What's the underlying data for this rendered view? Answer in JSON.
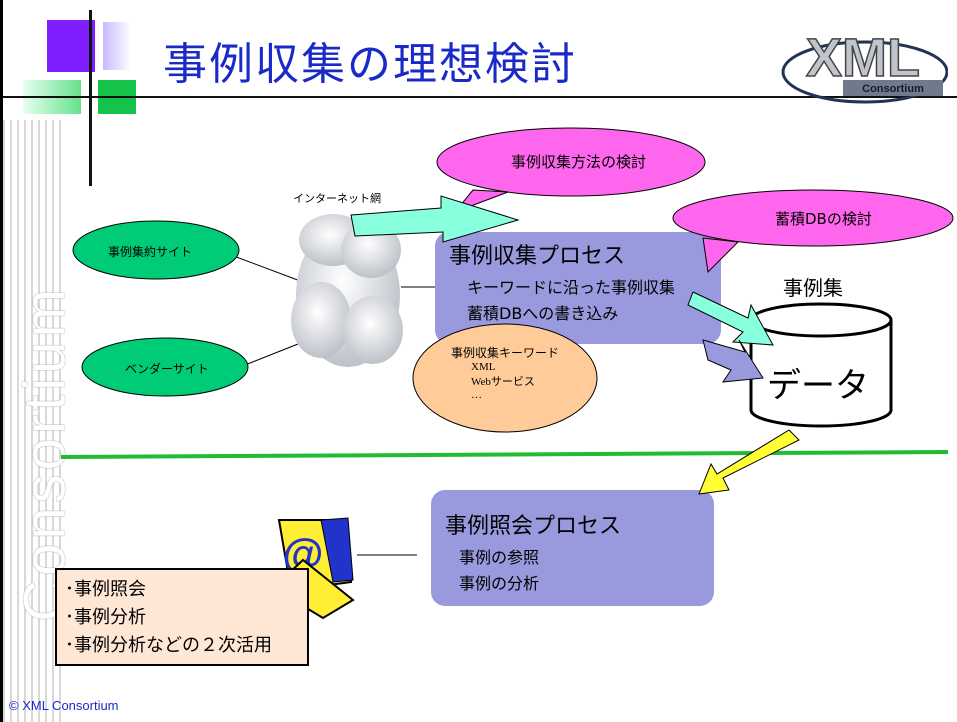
{
  "slide": {
    "title": "事例収集の理想検討",
    "side_text": "Consortium",
    "footer": "© XML Consortium",
    "logo": {
      "main": "XML",
      "sub": "Consortium"
    }
  },
  "diagram": {
    "internet_label": "インターネット網",
    "ellipses": {
      "site1": "事例集約サイト",
      "site2": "ベンダーサイト"
    },
    "callouts": {
      "method": "事例収集方法の検討",
      "db": "蓄積DBの検討"
    },
    "collect_process": {
      "title": "事例収集プロセス",
      "lines": [
        "キーワードに沿った事例収集",
        "蓄積DBへの書き込み"
      ]
    },
    "keywords": {
      "title": "事例収集キーワード",
      "items": [
        "XML",
        "Webサービス",
        "…"
      ]
    },
    "database": {
      "label": "事例集",
      "body": "データ"
    },
    "query_process": {
      "title": "事例照会プロセス",
      "lines": [
        "事例の参照",
        "事例の分析"
      ]
    },
    "uses": [
      "･事例照会",
      "･事例分析",
      "･事例分析などの２次活用"
    ]
  },
  "colors": {
    "title": "#1a2ac8",
    "process_box": "#9999dd",
    "callout": "#ff66ee",
    "ellipse": "#00cc77",
    "arrow": "#88ffdd",
    "yellow_arrow": "#ffff33",
    "divider": "#22bb33",
    "keyword_fill": "#ffcc99"
  }
}
